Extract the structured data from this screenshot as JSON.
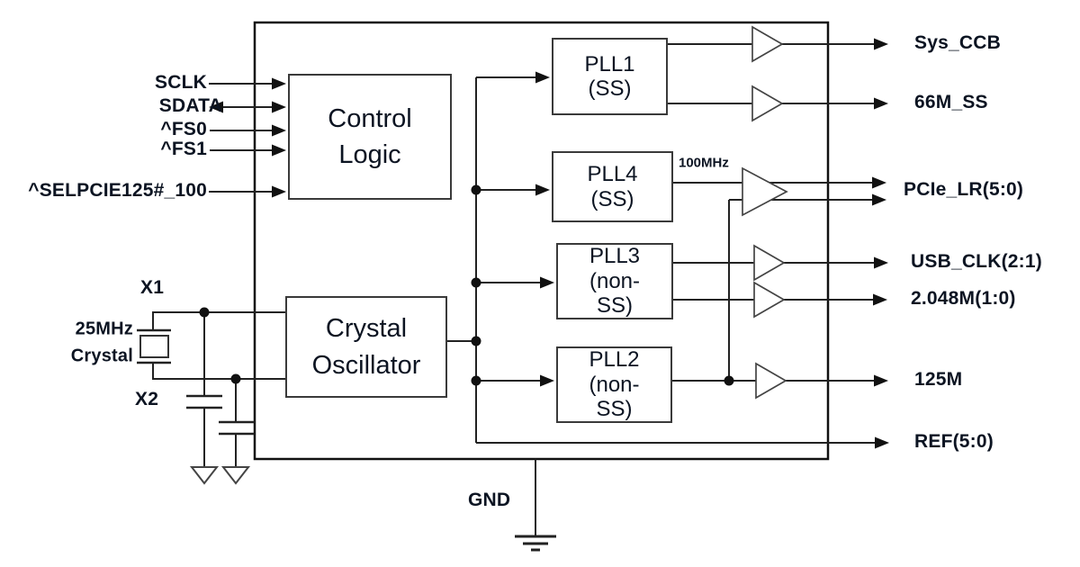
{
  "inputs": [
    {
      "label": "SCLK",
      "direction": "in"
    },
    {
      "label": "SDATA",
      "direction": "bidirectional"
    },
    {
      "label": "^FS0",
      "direction": "in"
    },
    {
      "label": "^FS1",
      "direction": "in"
    },
    {
      "label": "^SELPCIE125#_100",
      "direction": "in"
    }
  ],
  "blocks": {
    "control_logic": {
      "lines": [
        "Control",
        "Logic"
      ]
    },
    "crystal_oscillator": {
      "lines": [
        "Crystal",
        "Oscillator"
      ]
    },
    "pll1": {
      "lines": [
        "PLL1",
        "(SS)"
      ]
    },
    "pll4": {
      "lines": [
        "PLL4",
        "(SS)"
      ],
      "output_freq": "100MHz"
    },
    "pll3": {
      "lines": [
        "PLL3",
        "(non-",
        "SS)"
      ]
    },
    "pll2": {
      "lines": [
        "PLL2",
        "(non-",
        "SS)"
      ]
    }
  },
  "outputs": [
    {
      "label": "Sys_CCB"
    },
    {
      "label": "66M_SS"
    },
    {
      "label": "PCIe_LR(5:0)"
    },
    {
      "label": "USB_CLK(2:1)"
    },
    {
      "label": "2.048M(1:0)"
    },
    {
      "label": "125M"
    },
    {
      "label": "REF(5:0)"
    }
  ],
  "crystal": {
    "pin_top": "X1",
    "pin_bottom": "X2",
    "freq": "25MHz",
    "name": "Crystal"
  },
  "ground": {
    "label": "GND"
  },
  "symbols": {
    "output_buffer": "open-triangle-buffer-icon",
    "signal_ground": "open-triangle-ground-icon",
    "earth_ground": "three-bar-ground-icon",
    "junction": "filled-dot",
    "crystal": "crystal-box-with-plates-icon",
    "capacitor": "parallel-plates-icon",
    "arrowhead": "filled-right-arrow-icon"
  },
  "colors": {
    "wire": "#222222",
    "text": "#0c1422",
    "background": "#ffffff"
  }
}
